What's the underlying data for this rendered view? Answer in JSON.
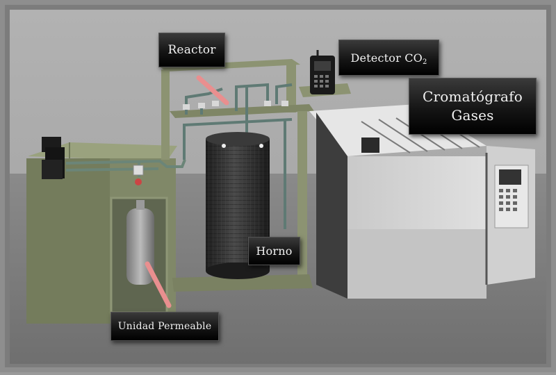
{
  "labels": {
    "reactor": "Reactor",
    "detector_main": "Detector CO",
    "detector_sub": "2",
    "cromatografo_line1": "Cromatógrafo",
    "cromatografo_line2": "Gases",
    "horno": "Horno",
    "unidad_permeable": "Unidad Permeable"
  },
  "colors": {
    "wall": "#a7a7a7",
    "floor": "#8c8c8c",
    "frame_green": "#8a9170",
    "cabinet_green": "#7f8766",
    "chromatograph": "#d6d6d6",
    "oven": "#2e2e2e",
    "pointer": "#e98f8f"
  }
}
